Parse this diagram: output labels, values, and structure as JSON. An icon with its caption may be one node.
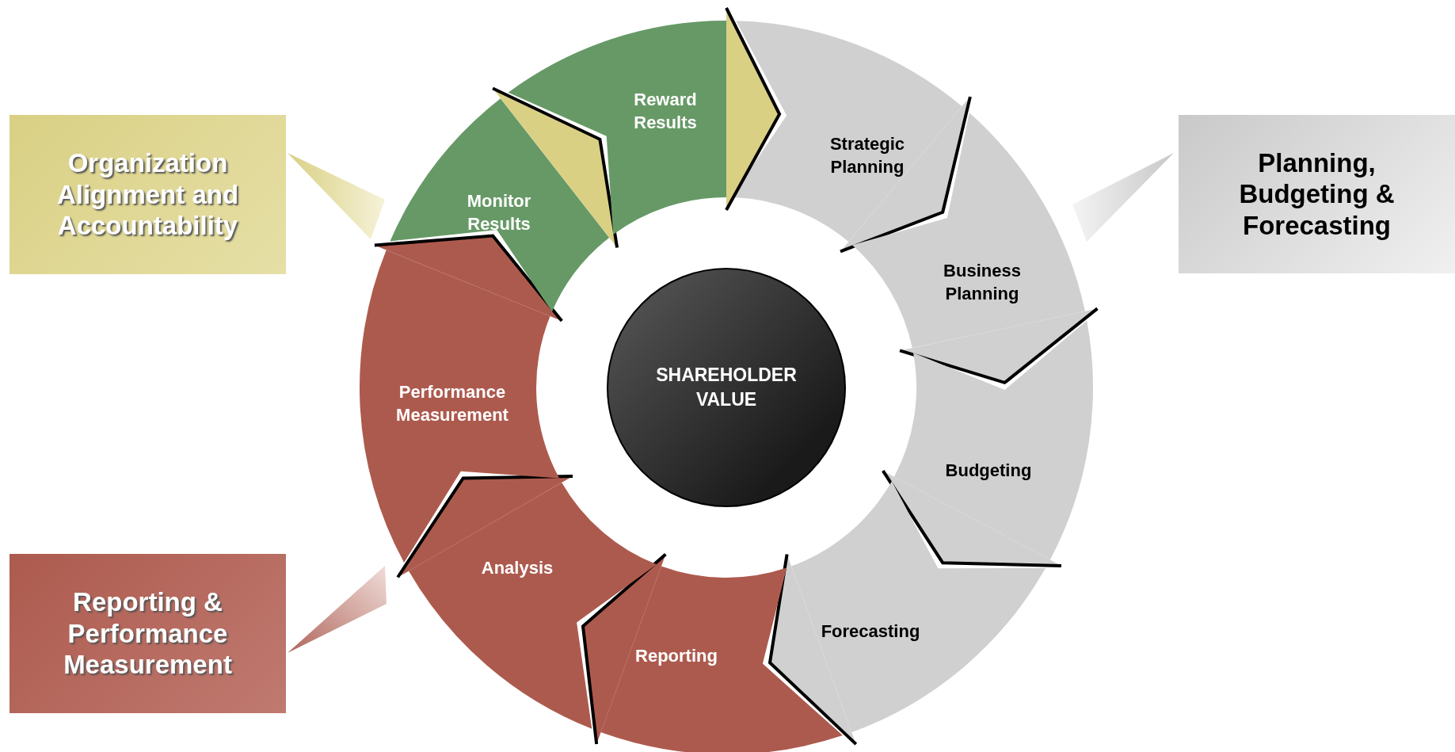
{
  "diagram": {
    "nodes": [
      {
        "text": [
          "Organization Alignment and Accountability"
        ]
      },
      {
        "text": [
          "Planning, Budgeting & Forecasting"
        ]
      },
      {
        "text": [
          "Reporting & Performance Measurement"
        ]
      },
      {
        "text": [
          "SHAREHOLDER VALUE"
        ]
      },
      {
        "text": [
          "Strategic Planning"
        ]
      },
      {
        "text": [
          "Business Planning"
        ]
      },
      {
        "text": [
          "Budgeting"
        ]
      },
      {
        "text": [
          "Forecasting"
        ]
      },
      {
        "text": [
          "Reporting"
        ]
      },
      {
        "text": [
          "Analysis"
        ]
      },
      {
        "text": [
          "Performance Measurement"
        ]
      },
      {
        "text": [
          "Monitor Results"
        ]
      },
      {
        "text": [
          "Reward Results"
        ]
      },
      {
        "text": [],
        "shape": "triangle"
      },
      {
        "text": [],
        "shape": "triangle"
      },
      {
        "text": [],
        "shape": "triangle"
      }
    ]
  }
}
